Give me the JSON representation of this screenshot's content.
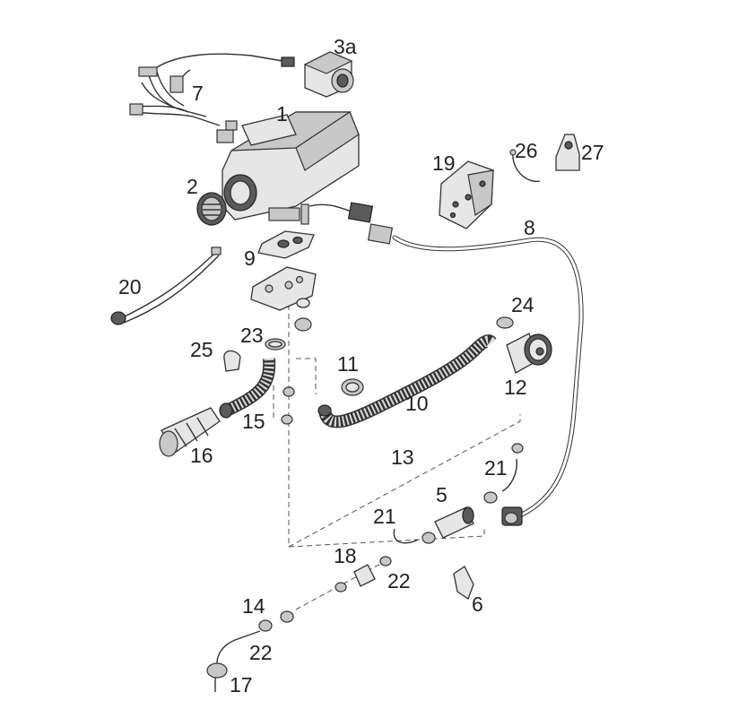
{
  "callouts": {
    "c1": "1",
    "c2": "2",
    "c3a": "3a",
    "c5": "5",
    "c6": "6",
    "c7": "7",
    "c8": "8",
    "c9": "9",
    "c10": "10",
    "c11": "11",
    "c12": "12",
    "c13": "13",
    "c14": "14",
    "c15": "15",
    "c16": "16",
    "c17": "17",
    "c18": "18",
    "c19": "19",
    "c20": "20",
    "c21a": "21",
    "c21b": "21",
    "c22a": "22",
    "c22b": "22",
    "c23": "23",
    "c24": "24",
    "c25": "25",
    "c26": "26",
    "c27": "27"
  }
}
